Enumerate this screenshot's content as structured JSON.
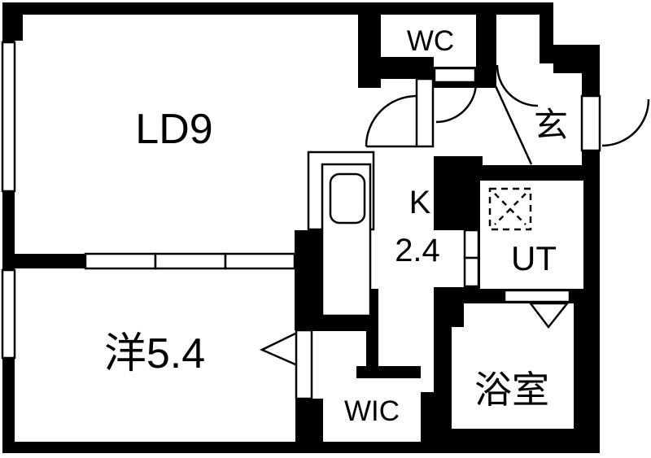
{
  "title": "apartment-floor-plan-1ldk",
  "colors": {
    "wall": "#000000",
    "floor": "#ffffff",
    "line": "#000000"
  },
  "rooms": {
    "living_dining": {
      "label": "LD9",
      "type": "living-dining",
      "size_tatami": "9"
    },
    "western_room": {
      "label": "洋5.4",
      "type": "western-bedroom",
      "size_tatami": "5.4"
    },
    "kitchen": {
      "label": "K",
      "size_label": "2.4",
      "type": "kitchen"
    },
    "toilet": {
      "label": "WC",
      "type": "toilet"
    },
    "entrance": {
      "label": "玄",
      "type": "entrance-genkan"
    },
    "utility": {
      "label": "UT",
      "type": "utility"
    },
    "walk_in_closet": {
      "label": "WIC",
      "type": "walk-in-closet"
    },
    "bathroom": {
      "label": "浴室",
      "type": "bathroom"
    }
  },
  "fixtures": {
    "kitchen_sink": "counter with sink",
    "washing_machine_space": "dashed square with X",
    "bathroom_door": "folding door triangle marker",
    "windows": "left wall x2, partition window x3 panes",
    "doors": "wc swing, hall swing, closet swing, entrance swing, western-room hinge arrow, ut sliding panels"
  }
}
